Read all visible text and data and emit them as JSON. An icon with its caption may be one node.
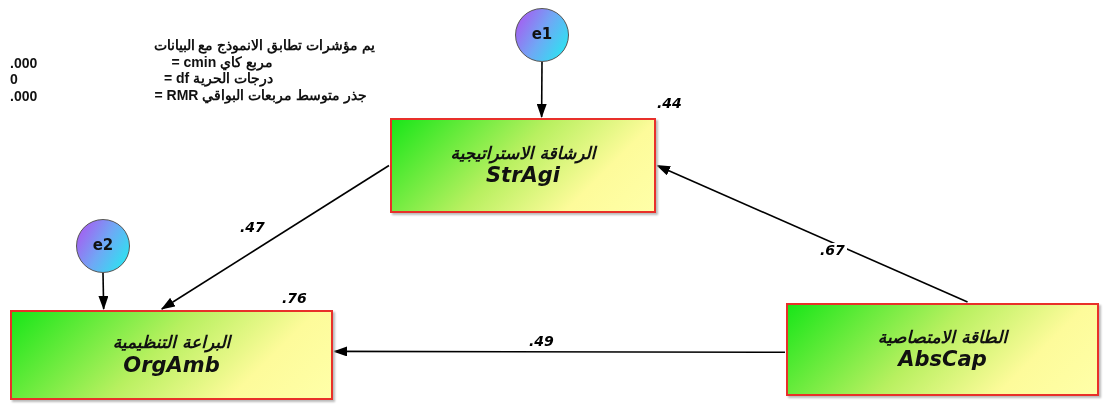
{
  "diagram": {
    "nodes": [
      {
        "text": [
          "e1"
        ]
      },
      {
        "text": [
          "e2"
        ]
      },
      {
        "text": [
          "الرشاقة الاستراتيجية",
          "StrAgi"
        ],
        "beside": [
          ".44"
        ]
      },
      {
        "text": [
          "البراعة التنظيمية",
          "OrgAmb"
        ],
        "beside": [
          ".76"
        ]
      },
      {
        "text": [
          "الطاقة الامتصاصية",
          "AbsCap"
        ]
      }
    ],
    "edges": [
      {
        "from": 0,
        "to": 2,
        "arrow": "to"
      },
      {
        "from": 1,
        "to": 3,
        "arrow": "to"
      },
      {
        "from": 2,
        "to": 3,
        "arrow": "to",
        "label": ".47"
      },
      {
        "from": 4,
        "to": 2,
        "arrow": "to",
        "label": ".67"
      },
      {
        "from": 4,
        "to": 3,
        "arrow": "to",
        "label": ".49"
      }
    ],
    "labels": [
      "يم مؤشرات تطابق الانموذج مع البيانات",
      "مربع كاي cmin =",
      ".000",
      "درجات الحرية df =",
      "0",
      "جذر متوسط مربعات البواقي RMR =",
      ".000"
    ]
  }
}
